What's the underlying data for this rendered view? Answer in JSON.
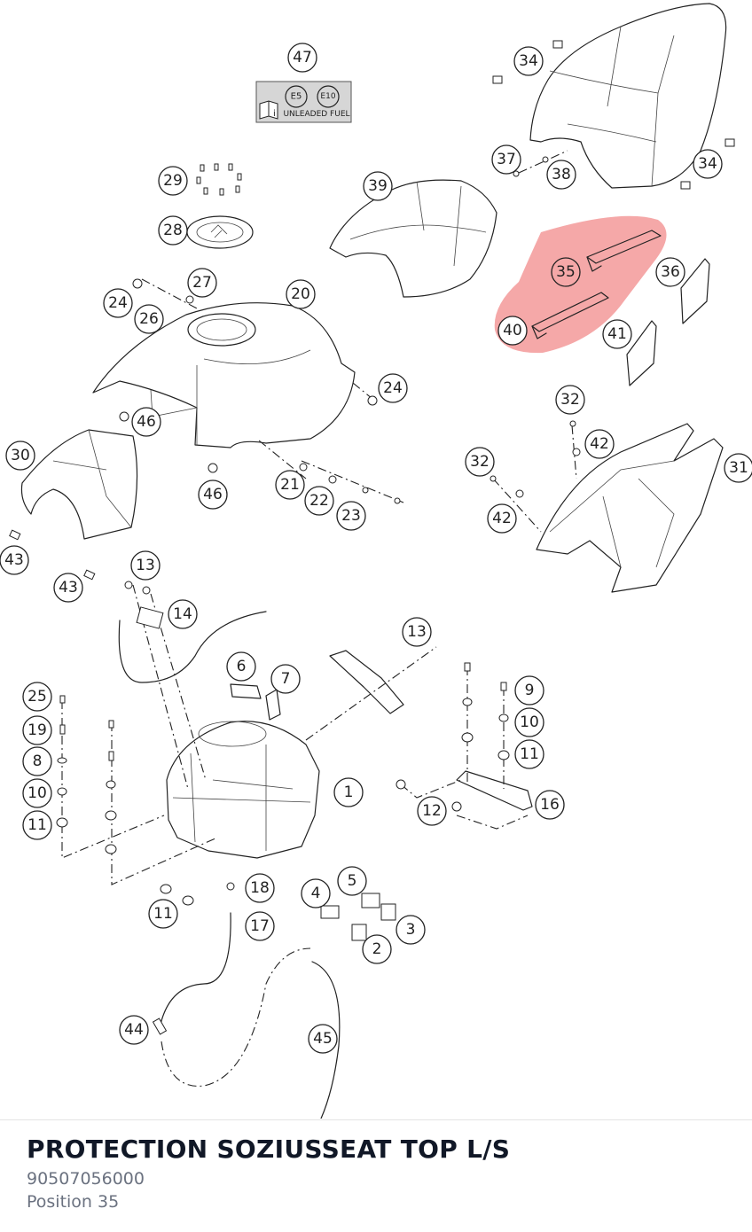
{
  "part": {
    "title": "PROTECTION SOZIUSSEAT TOP L/S",
    "number": "90507056000",
    "position": "Position 35"
  },
  "label_sticker": {
    "badges": [
      "E5",
      "E10"
    ],
    "text": "UNLEADED FUEL"
  },
  "highlight_color": "#f28b8b",
  "callouts": [
    {
      "id": "c47",
      "label": "47"
    },
    {
      "id": "c34a",
      "label": "34"
    },
    {
      "id": "c34b",
      "label": "34"
    },
    {
      "id": "c37",
      "label": "37"
    },
    {
      "id": "c38",
      "label": "38"
    },
    {
      "id": "c29",
      "label": "29"
    },
    {
      "id": "c39",
      "label": "39"
    },
    {
      "id": "c28",
      "label": "28"
    },
    {
      "id": "c35",
      "label": "35",
      "selected": true
    },
    {
      "id": "c36",
      "label": "36"
    },
    {
      "id": "c27",
      "label": "27"
    },
    {
      "id": "c24a",
      "label": "24"
    },
    {
      "id": "c20",
      "label": "20"
    },
    {
      "id": "c26",
      "label": "26"
    },
    {
      "id": "c40",
      "label": "40"
    },
    {
      "id": "c41",
      "label": "41"
    },
    {
      "id": "c24b",
      "label": "24"
    },
    {
      "id": "c32a",
      "label": "32"
    },
    {
      "id": "c46a",
      "label": "46"
    },
    {
      "id": "c42a",
      "label": "42"
    },
    {
      "id": "c30",
      "label": "30"
    },
    {
      "id": "c32b",
      "label": "32"
    },
    {
      "id": "c31",
      "label": "31"
    },
    {
      "id": "c21",
      "label": "21"
    },
    {
      "id": "c46b",
      "label": "46"
    },
    {
      "id": "c22",
      "label": "22"
    },
    {
      "id": "c42b",
      "label": "42"
    },
    {
      "id": "c23",
      "label": "23"
    },
    {
      "id": "c43a",
      "label": "43"
    },
    {
      "id": "c13a",
      "label": "13"
    },
    {
      "id": "c43b",
      "label": "43"
    },
    {
      "id": "c14",
      "label": "14"
    },
    {
      "id": "c13b",
      "label": "13"
    },
    {
      "id": "c6",
      "label": "6"
    },
    {
      "id": "c7",
      "label": "7"
    },
    {
      "id": "c9",
      "label": "9"
    },
    {
      "id": "c25",
      "label": "25"
    },
    {
      "id": "c10a",
      "label": "10"
    },
    {
      "id": "c19",
      "label": "19"
    },
    {
      "id": "c11a",
      "label": "11"
    },
    {
      "id": "c8",
      "label": "8"
    },
    {
      "id": "c1",
      "label": "1"
    },
    {
      "id": "c10b",
      "label": "10"
    },
    {
      "id": "c16",
      "label": "16"
    },
    {
      "id": "c12",
      "label": "12"
    },
    {
      "id": "c11b",
      "label": "11"
    },
    {
      "id": "c18",
      "label": "18"
    },
    {
      "id": "c5",
      "label": "5"
    },
    {
      "id": "c4",
      "label": "4"
    },
    {
      "id": "c11c",
      "label": "11"
    },
    {
      "id": "c17",
      "label": "17"
    },
    {
      "id": "c3",
      "label": "3"
    },
    {
      "id": "c2",
      "label": "2"
    },
    {
      "id": "c44",
      "label": "44"
    },
    {
      "id": "c45",
      "label": "45"
    }
  ]
}
